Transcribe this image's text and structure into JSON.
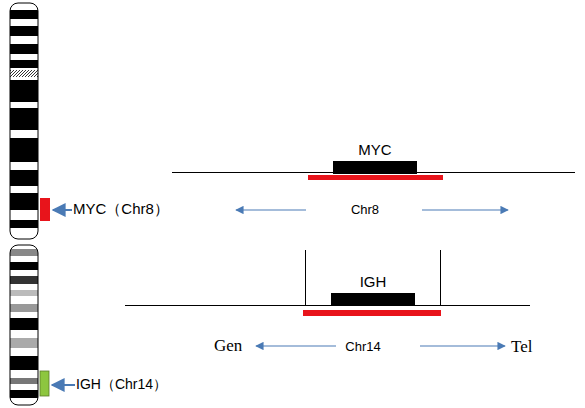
{
  "diagram": {
    "nodes": [
      {
        "text": [
          "MYC"
        ]
      },
      {
        "text": [
          "IGH"
        ]
      }
    ],
    "labels": [
      "MYC（Chr8）",
      "Chr8",
      "Gen",
      "Chr14",
      "Tel",
      "IGH（Chr14）"
    ]
  }
}
